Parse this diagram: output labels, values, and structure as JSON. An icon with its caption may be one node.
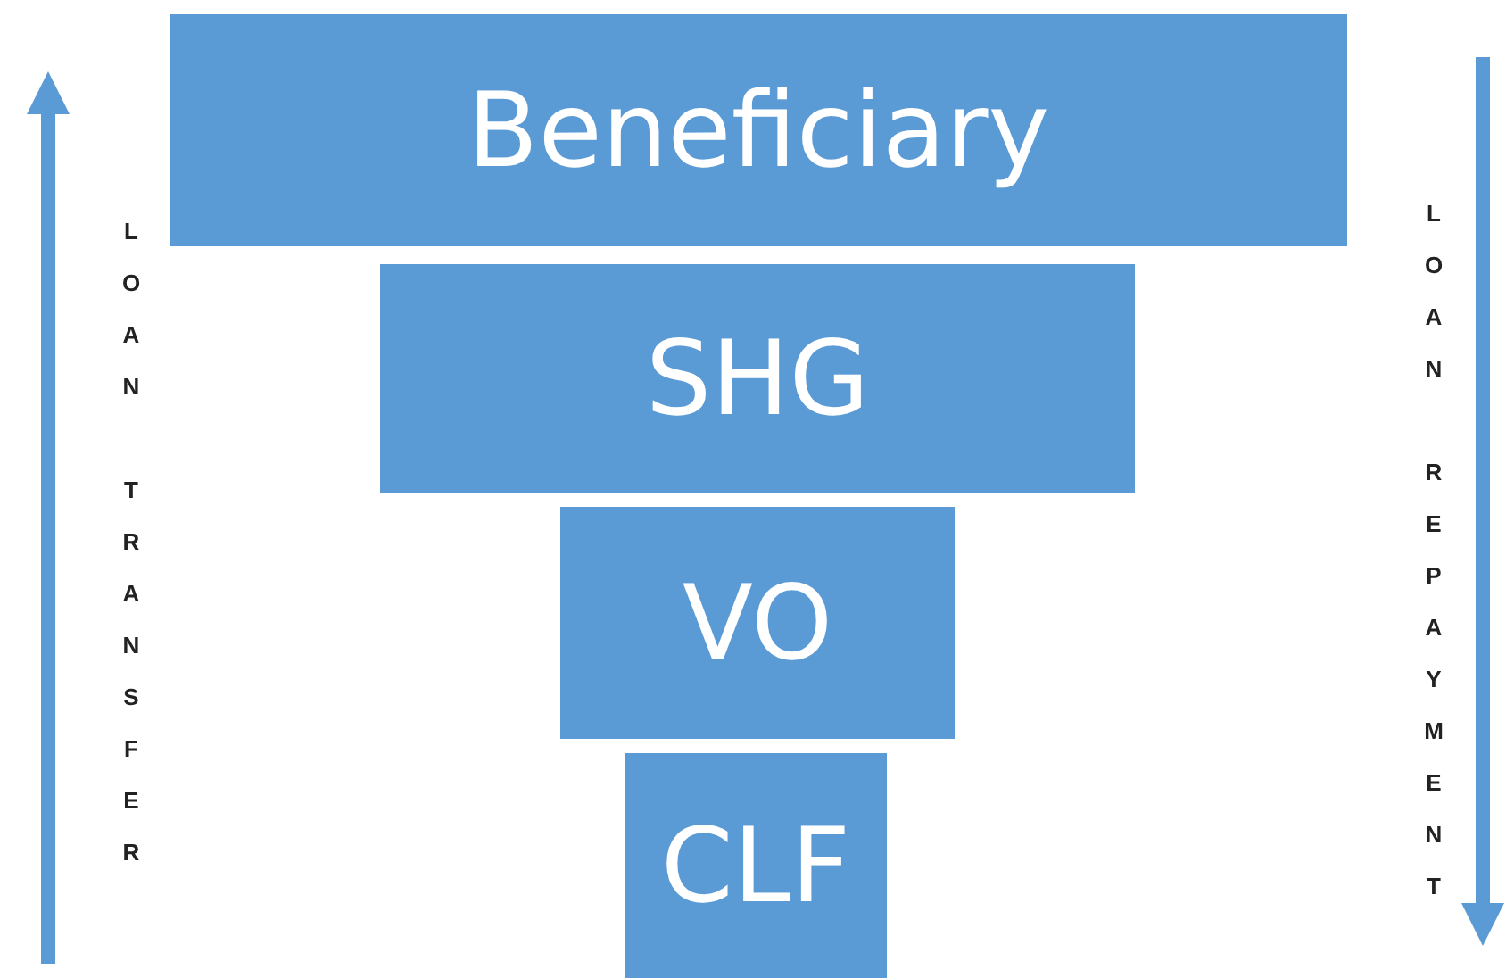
{
  "diagram": {
    "nodes": [
      {
        "text": [
          "Beneficiary"
        ]
      },
      {
        "text": [
          "SHG"
        ]
      },
      {
        "text": [
          "VO"
        ]
      },
      {
        "text": [
          "CLF"
        ]
      }
    ],
    "labels": [
      "LOAN TRANSFER",
      "LOAN REPAYMENT"
    ]
  }
}
